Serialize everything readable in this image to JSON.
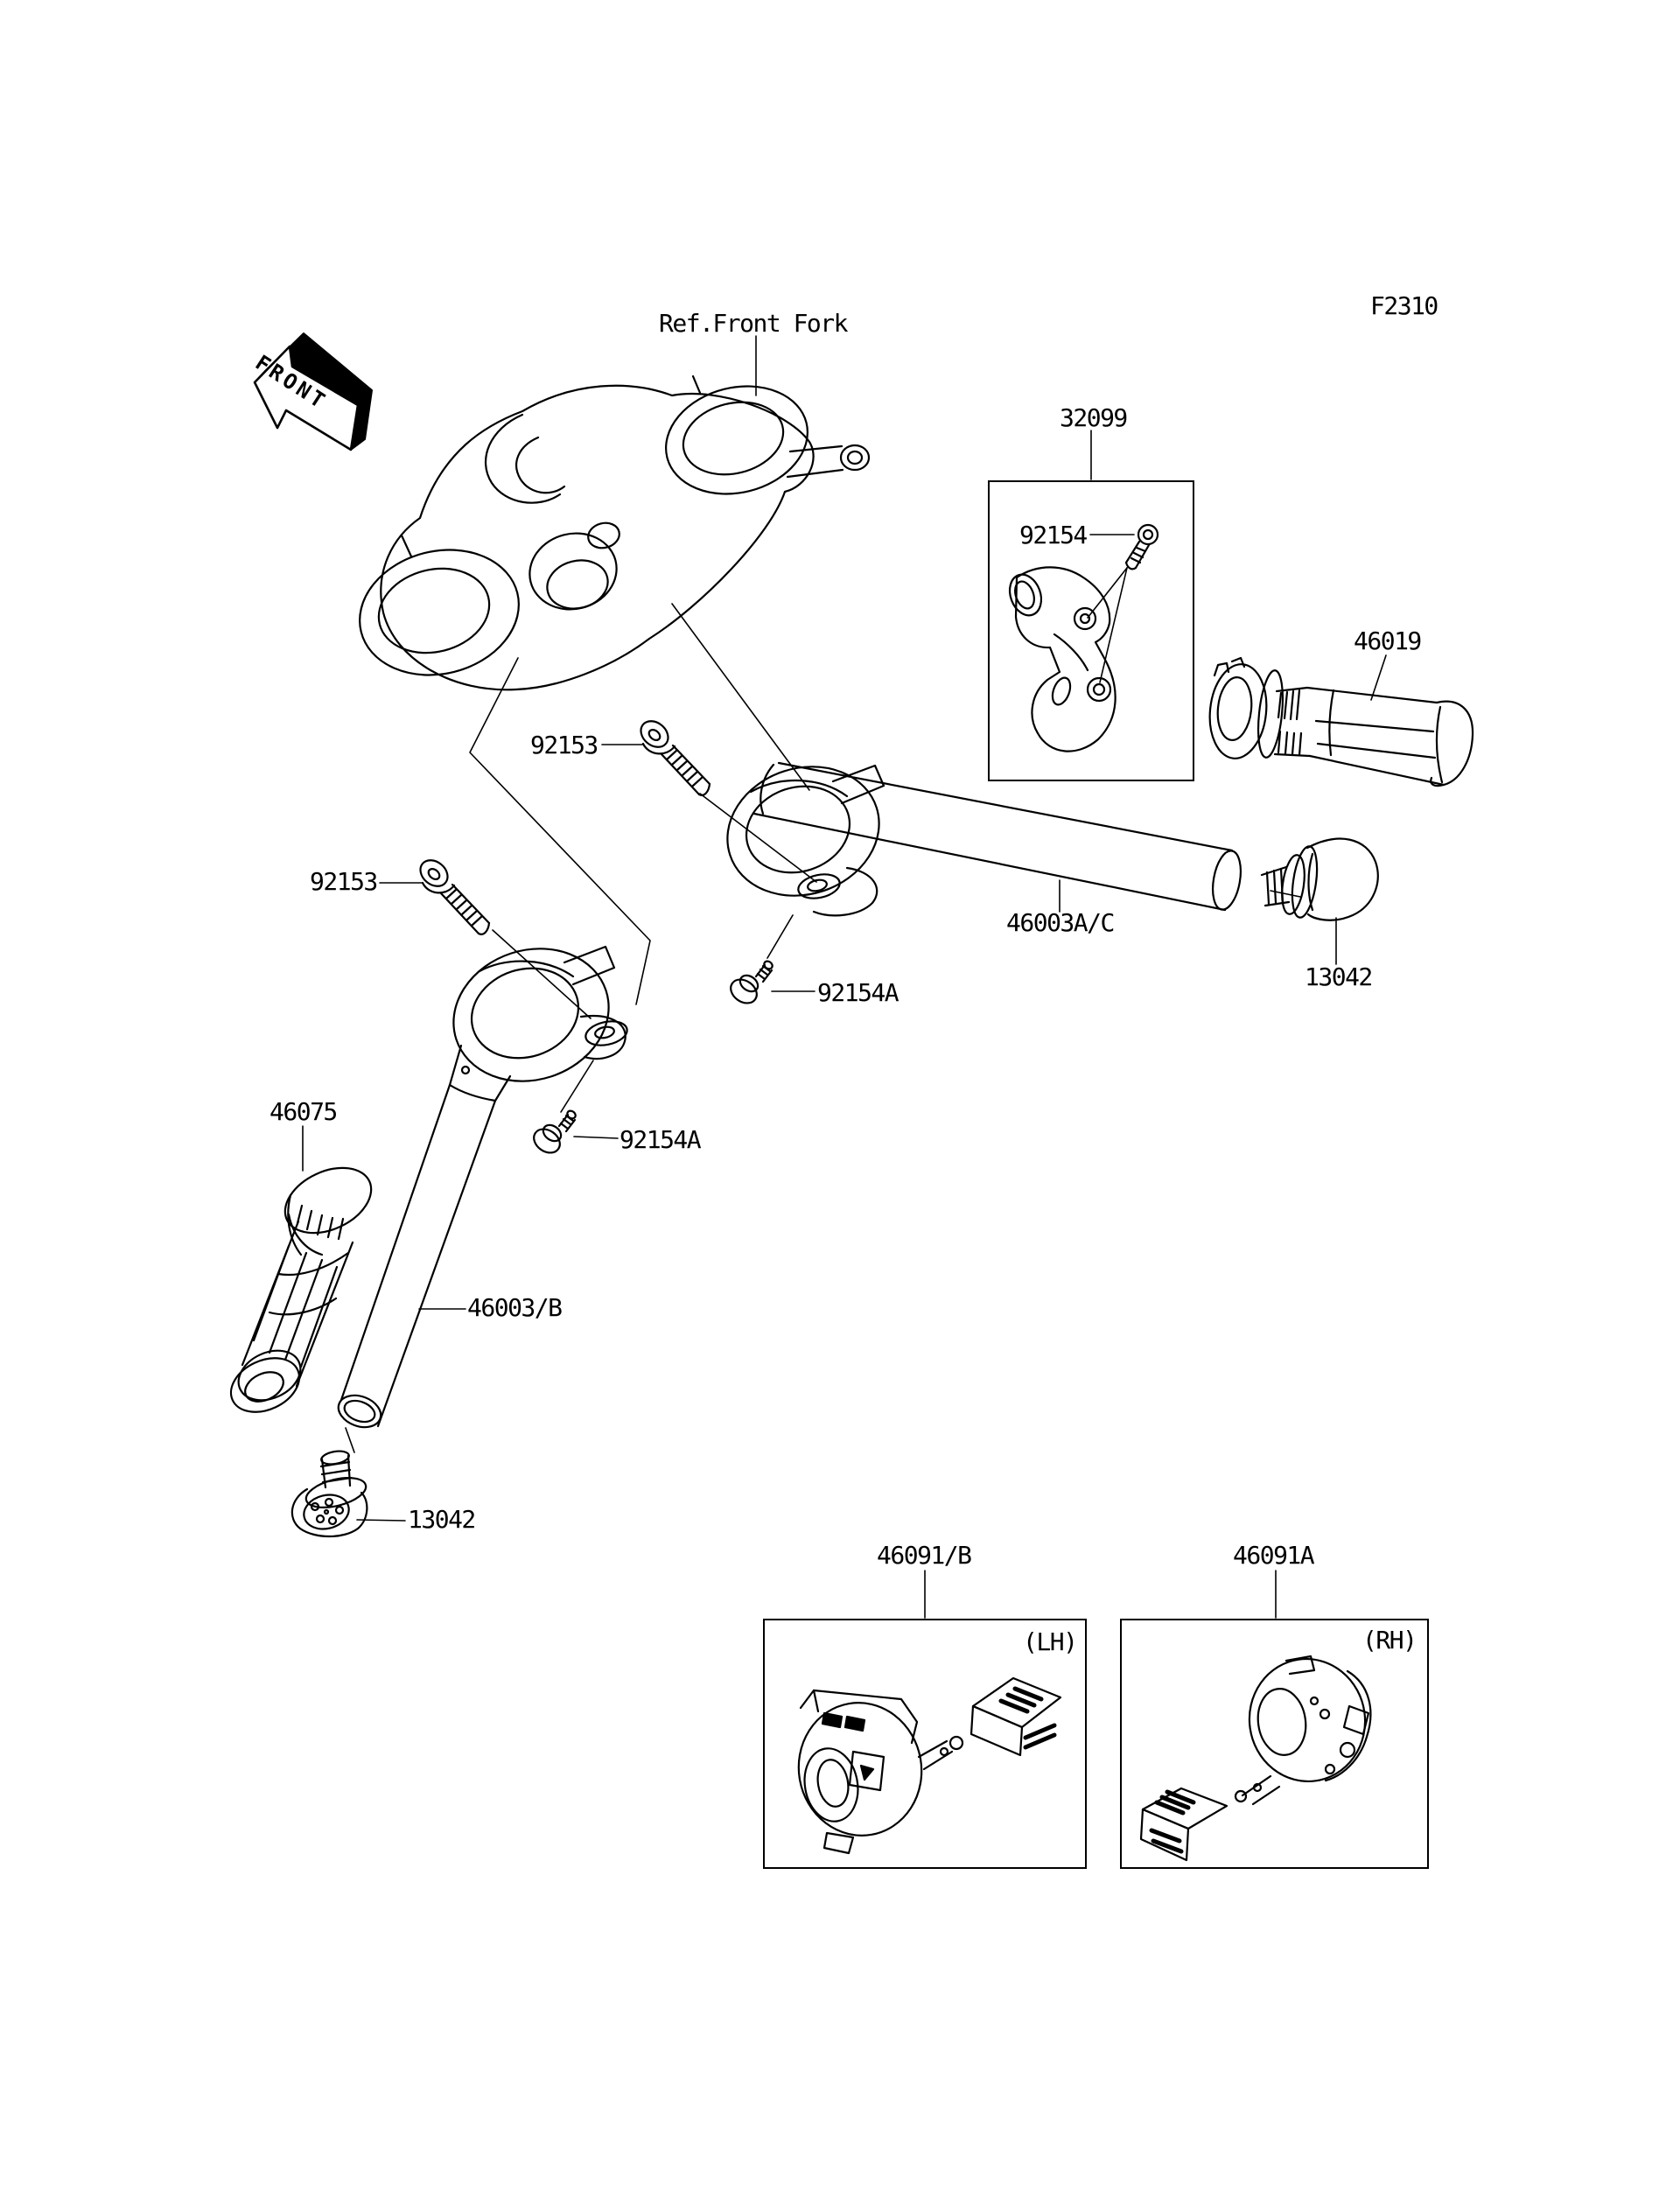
{
  "figure": {
    "code": "F2310",
    "ref_label": "Ref.Front Fork",
    "front_label": "FRONT",
    "ink": "#000000",
    "paper": "#ffffff"
  },
  "parts": {
    "holder_box": "32099",
    "holder_bolt": "92154",
    "throttle_grip": "46019",
    "clamp_bolt_upper": "92153",
    "clamp_bolt_lower": "92153",
    "handlebar_right": "46003A/C",
    "bar_end_right": "13042",
    "holder_screw_upper": "92154A",
    "holder_screw_lower": "92154A",
    "left_grip": "46075",
    "handlebar_left": "46003/B",
    "bar_end_left": "13042",
    "switch_left": "46091/B",
    "switch_right": "46091A",
    "side_left": "(LH)",
    "side_right": "(RH)"
  }
}
